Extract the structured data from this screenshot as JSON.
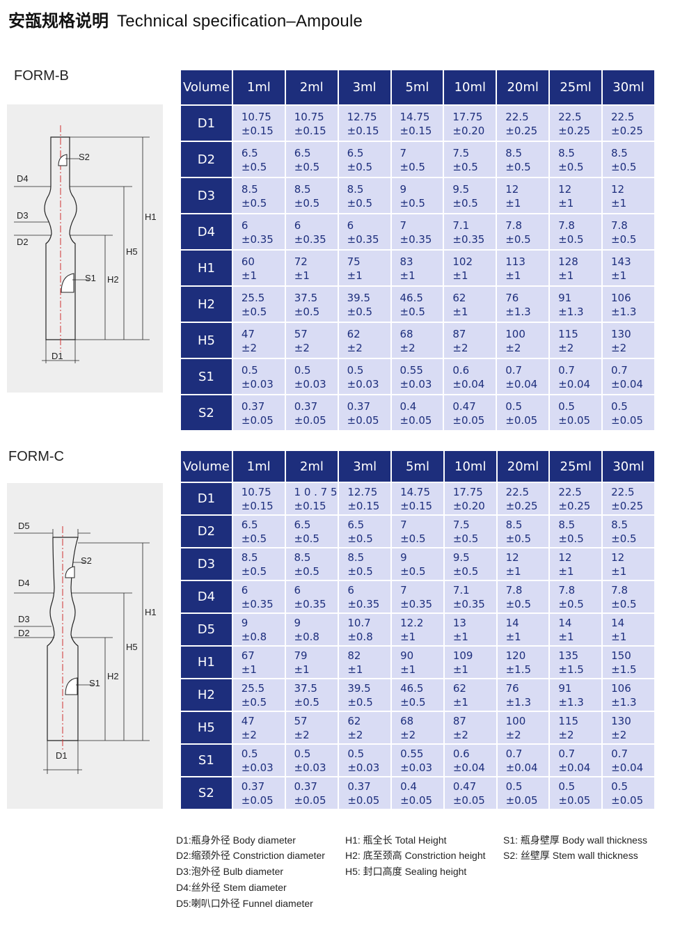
{
  "header": {
    "title_cn": "安瓿规格说明",
    "title_en": "Technical specification–Ampoule"
  },
  "formB": {
    "label": "FORM-B",
    "diagram_labels": {
      "s2": "S2",
      "d4": "D4",
      "d3": "D3",
      "d2": "D2",
      "h1": "H1",
      "h5": "H5",
      "s1": "S1",
      "h2": "H2",
      "d1": "D1"
    },
    "table": {
      "corner": "Volume",
      "columns": [
        "1ml",
        "2ml",
        "3ml",
        "5ml",
        "10ml",
        "20ml",
        "25ml",
        "30ml"
      ],
      "rows": [
        {
          "label": "D1",
          "cells": [
            [
              "10.75",
              "±0.15"
            ],
            [
              "10.75",
              "±0.15"
            ],
            [
              "12.75",
              "±0.15"
            ],
            [
              "14.75",
              "±0.15"
            ],
            [
              "17.75",
              "±0.20"
            ],
            [
              "22.5",
              "±0.25"
            ],
            [
              "22.5",
              "±0.25"
            ],
            [
              "22.5",
              "±0.25"
            ]
          ]
        },
        {
          "label": "D2",
          "cells": [
            [
              "6.5",
              "±0.5"
            ],
            [
              "6.5",
              "±0.5"
            ],
            [
              "6.5",
              "±0.5"
            ],
            [
              "7",
              "±0.5"
            ],
            [
              "7.5",
              "±0.5"
            ],
            [
              "8.5",
              "±0.5"
            ],
            [
              "8.5",
              "±0.5"
            ],
            [
              "8.5",
              "±0.5"
            ]
          ]
        },
        {
          "label": "D3",
          "cells": [
            [
              "8.5",
              "±0.5"
            ],
            [
              "8.5",
              "±0.5"
            ],
            [
              "8.5",
              "±0.5"
            ],
            [
              "9",
              "±0.5"
            ],
            [
              "9.5",
              "±0.5"
            ],
            [
              "12",
              "±1"
            ],
            [
              "12",
              "±1"
            ],
            [
              "12",
              "±1"
            ]
          ]
        },
        {
          "label": "D4",
          "cells": [
            [
              "6",
              "±0.35"
            ],
            [
              "6",
              "±0.35"
            ],
            [
              "6",
              "±0.35"
            ],
            [
              "7",
              "±0.35"
            ],
            [
              "7.1",
              "±0.35"
            ],
            [
              "7.8",
              "±0.5"
            ],
            [
              "7.8",
              "±0.5"
            ],
            [
              "7.8",
              "±0.5"
            ]
          ]
        },
        {
          "label": "H1",
          "cells": [
            [
              "60",
              "±1"
            ],
            [
              "72",
              "±1"
            ],
            [
              "75",
              "±1"
            ],
            [
              "83",
              "±1"
            ],
            [
              "102",
              "±1"
            ],
            [
              "113",
              "±1"
            ],
            [
              "128",
              "±1"
            ],
            [
              "143",
              "±1"
            ]
          ]
        },
        {
          "label": "H2",
          "cells": [
            [
              "25.5",
              "±0.5"
            ],
            [
              "37.5",
              "±0.5"
            ],
            [
              "39.5",
              "±0.5"
            ],
            [
              "46.5",
              "±0.5"
            ],
            [
              "62",
              "±1"
            ],
            [
              "76",
              "±1.3"
            ],
            [
              "91",
              "±1.3"
            ],
            [
              "106",
              "±1.3"
            ]
          ]
        },
        {
          "label": "H5",
          "cells": [
            [
              "47",
              "±2"
            ],
            [
              "57",
              "±2"
            ],
            [
              "62",
              "±2"
            ],
            [
              "68",
              "±2"
            ],
            [
              "87",
              "±2"
            ],
            [
              "100",
              "±2"
            ],
            [
              "115",
              "±2"
            ],
            [
              "130",
              "±2"
            ]
          ]
        },
        {
          "label": "S1",
          "cells": [
            [
              "0.5",
              "±0.03"
            ],
            [
              "0.5",
              "±0.03"
            ],
            [
              "0.5",
              "±0.03"
            ],
            [
              "0.55",
              "±0.03"
            ],
            [
              "0.6",
              "±0.04"
            ],
            [
              "0.7",
              "±0.04"
            ],
            [
              "0.7",
              "±0.04"
            ],
            [
              "0.7",
              "±0.04"
            ]
          ]
        },
        {
          "label": "S2",
          "cells": [
            [
              "0.37",
              "±0.05"
            ],
            [
              "0.37",
              "±0.05"
            ],
            [
              "0.37",
              "±0.05"
            ],
            [
              "0.4",
              "±0.05"
            ],
            [
              "0.47",
              "±0.05"
            ],
            [
              "0.5",
              "±0.05"
            ],
            [
              "0.5",
              "±0.05"
            ],
            [
              "0.5",
              "±0.05"
            ]
          ]
        }
      ]
    }
  },
  "formC": {
    "label": "FORM-C",
    "diagram_labels": {
      "d5": "D5",
      "s2": "S2",
      "d4": "D4",
      "h1": "H1",
      "d3": "D3",
      "d2": "D2",
      "h5": "H5",
      "h2": "H2",
      "s1": "S1",
      "d1": "D1"
    },
    "table": {
      "corner": "Volume",
      "columns": [
        "1ml",
        "2ml",
        "3ml",
        "5ml",
        "10ml",
        "20ml",
        "25ml",
        "30ml"
      ],
      "rows": [
        {
          "label": "D1",
          "cells": [
            [
              "10.75",
              "±0.15"
            ],
            [
              "1 0 . 7 5",
              "±0.15"
            ],
            [
              "12.75",
              "±0.15"
            ],
            [
              "14.75",
              "±0.15"
            ],
            [
              "17.75",
              "±0.20"
            ],
            [
              "22.5",
              "±0.25"
            ],
            [
              "22.5",
              "±0.25"
            ],
            [
              "22.5",
              "±0.25"
            ]
          ]
        },
        {
          "label": "D2",
          "cells": [
            [
              "6.5",
              "±0.5"
            ],
            [
              "6.5",
              "±0.5"
            ],
            [
              "6.5",
              "±0.5"
            ],
            [
              "7",
              "±0.5"
            ],
            [
              "7.5",
              "±0.5"
            ],
            [
              "8.5",
              "±0.5"
            ],
            [
              "8.5",
              "±0.5"
            ],
            [
              "8.5",
              "±0.5"
            ]
          ]
        },
        {
          "label": "D3",
          "cells": [
            [
              "8.5",
              "±0.5"
            ],
            [
              "8.5",
              "±0.5"
            ],
            [
              "8.5",
              "±0.5"
            ],
            [
              "9",
              "±0.5"
            ],
            [
              "9.5",
              "±0.5"
            ],
            [
              "12",
              "±1"
            ],
            [
              "12",
              "±1"
            ],
            [
              "12",
              "±1"
            ]
          ]
        },
        {
          "label": "D4",
          "cells": [
            [
              "6",
              "±0.35"
            ],
            [
              "6",
              "±0.35"
            ],
            [
              "6",
              "±0.35"
            ],
            [
              "7",
              "±0.35"
            ],
            [
              "7.1",
              "±0.35"
            ],
            [
              "7.8",
              "±0.5"
            ],
            [
              "7.8",
              "±0.5"
            ],
            [
              "7.8",
              "±0.5"
            ]
          ]
        },
        {
          "label": "D5",
          "cells": [
            [
              "9",
              "±0.8"
            ],
            [
              "9",
              "±0.8"
            ],
            [
              "10.7",
              "±0.8"
            ],
            [
              "12.2",
              "±1"
            ],
            [
              "13",
              "±1"
            ],
            [
              "14",
              "±1"
            ],
            [
              "14",
              "±1"
            ],
            [
              "14",
              "±1"
            ]
          ]
        },
        {
          "label": "H1",
          "cells": [
            [
              "67",
              "±1"
            ],
            [
              "79",
              "±1"
            ],
            [
              "82",
              "±1"
            ],
            [
              "90",
              "±1"
            ],
            [
              "109",
              "±1"
            ],
            [
              "120",
              "±1.5"
            ],
            [
              "135",
              "±1.5"
            ],
            [
              "150",
              "±1.5"
            ]
          ]
        },
        {
          "label": "H2",
          "cells": [
            [
              "25.5",
              "±0.5"
            ],
            [
              "37.5",
              "±0.5"
            ],
            [
              "39.5",
              "±0.5"
            ],
            [
              "46.5",
              "±0.5"
            ],
            [
              "62",
              "±1"
            ],
            [
              "76",
              "±1.3"
            ],
            [
              "91",
              "±1.3"
            ],
            [
              "106",
              "±1.3"
            ]
          ]
        },
        {
          "label": "H5",
          "cells": [
            [
              "47",
              "±2"
            ],
            [
              "57",
              "±2"
            ],
            [
              "62",
              "±2"
            ],
            [
              "68",
              "±2"
            ],
            [
              "87",
              "±2"
            ],
            [
              "100",
              "±2"
            ],
            [
              "115",
              "±2"
            ],
            [
              "130",
              "±2"
            ]
          ]
        },
        {
          "label": "S1",
          "cells": [
            [
              "0.5",
              "±0.03"
            ],
            [
              "0.5",
              "±0.03"
            ],
            [
              "0.5",
              "±0.03"
            ],
            [
              "0.55",
              "±0.03"
            ],
            [
              "0.6",
              "±0.04"
            ],
            [
              "0.7",
              "±0.04"
            ],
            [
              "0.7",
              "±0.04"
            ],
            [
              "0.7",
              "±0.04"
            ]
          ]
        },
        {
          "label": "S2",
          "cells": [
            [
              "0.37",
              "±0.05"
            ],
            [
              "0.37",
              "±0.05"
            ],
            [
              "0.37",
              "±0.05"
            ],
            [
              "0.4",
              "±0.05"
            ],
            [
              "0.47",
              "±0.05"
            ],
            [
              "0.5",
              "±0.05"
            ],
            [
              "0.5",
              "±0.05"
            ],
            [
              "0.5",
              "±0.05"
            ]
          ]
        }
      ]
    }
  },
  "legend": {
    "col1": [
      "D1:瓶身外径 Body diameter",
      "D2:缩颈外径 Constriction diameter",
      "D3:泡外径 Bulb diameter",
      "D4:丝外径 Stem diameter",
      "D5:喇叭口外径 Funnel diameter"
    ],
    "col2": [
      "H1: 瓶全长 Total Height",
      "H2: 底至颈高 Constriction height",
      "H5: 封口高度 Sealing height"
    ],
    "col3": [
      "S1: 瓶身壁厚 Body wall thickness",
      "S2: 丝壁厚 Stem wall thickness"
    ]
  },
  "colors": {
    "header_bg": "#1d2e7c",
    "cell_bg": "#d9dcf4",
    "cell_text": "#1d2e7c",
    "diagram_bg": "#eeeeee",
    "centerline": "#d03030"
  }
}
